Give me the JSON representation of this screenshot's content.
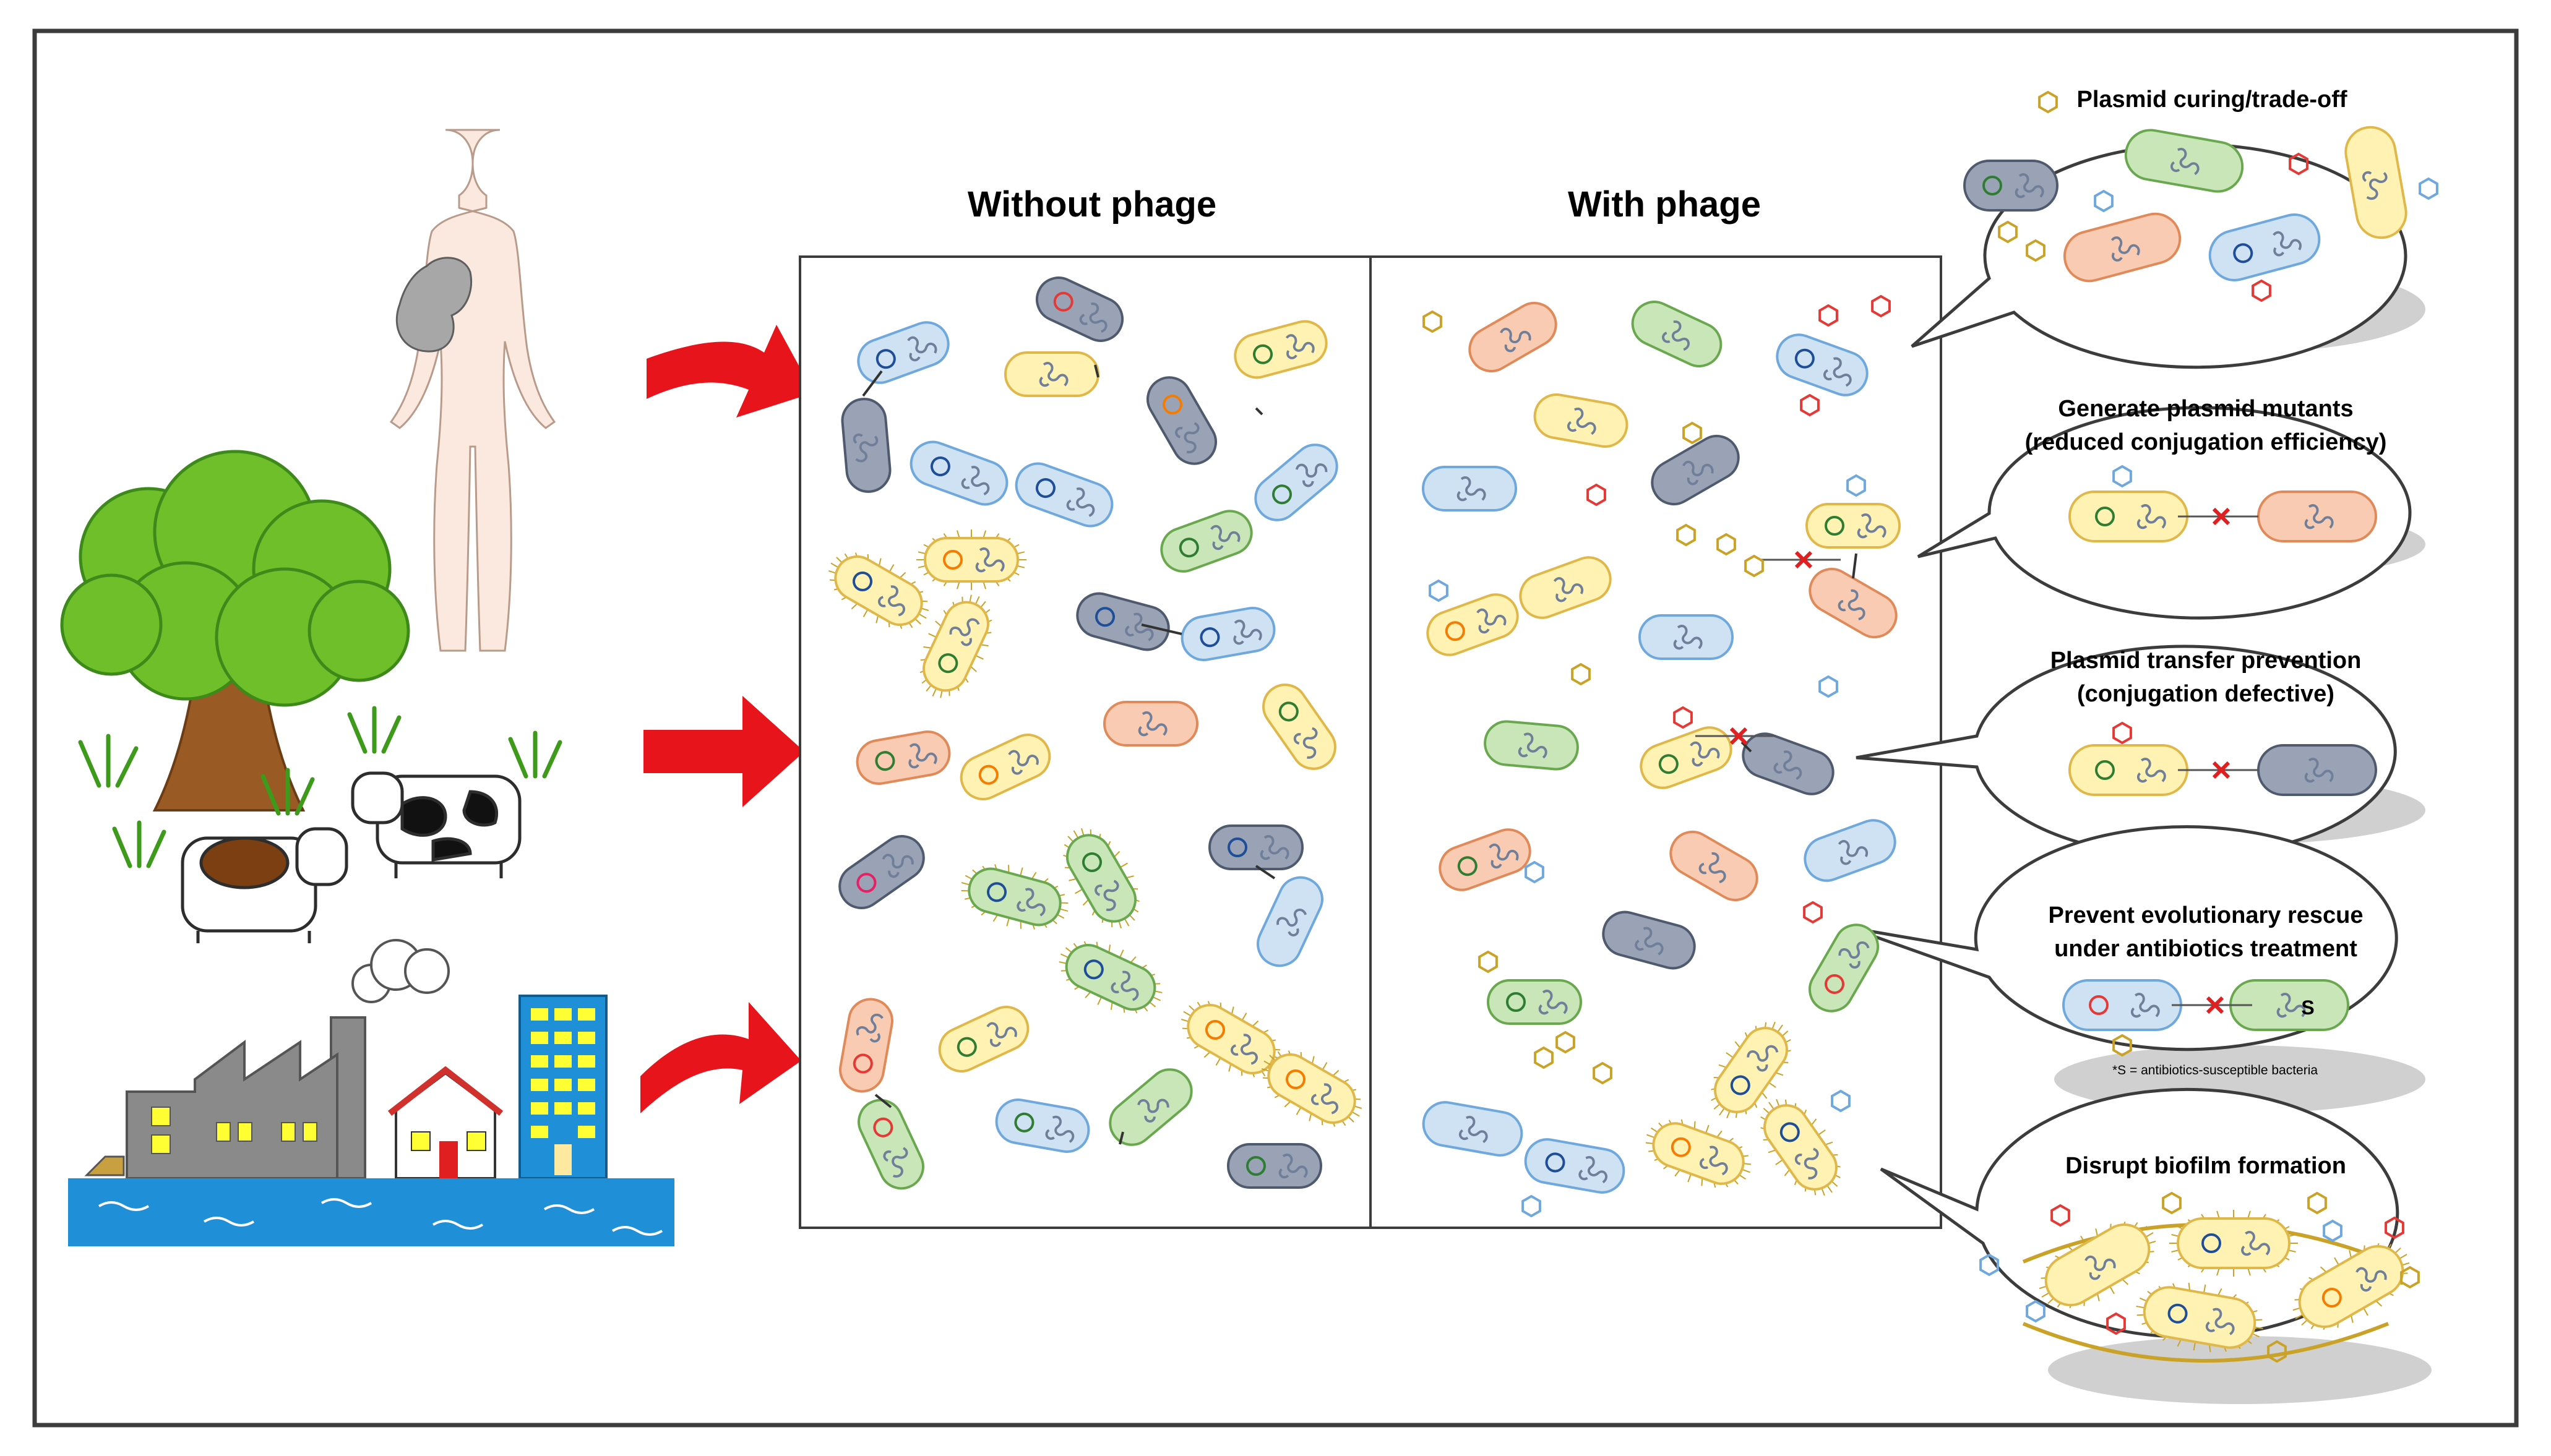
{
  "headings": {
    "without": "Without phage",
    "with": "With phage"
  },
  "bubbles": [
    {
      "lines": [
        "Plasmid curing/trade-off"
      ]
    },
    {
      "lines": [
        "Generate plasmid mutants",
        "(reduced conjugation efficiency)"
      ]
    },
    {
      "lines": [
        "Plasmid transfer prevention",
        "(conjugation defective)"
      ]
    },
    {
      "lines": [
        "Prevent evolutionary rescue",
        "under antibiotics treatment"
      ],
      "cell_label": "S",
      "note": "*S = antibiotics-susceptible bacteria"
    },
    {
      "lines": [
        "Disrupt biofilm formation"
      ]
    }
  ],
  "sources": [
    "human-body-icon",
    "tree-and-cows-icon",
    "factory-and-city-icon"
  ],
  "colors": {
    "blue": {
      "fill": "#cfe2f3",
      "stroke": "#6fa8dc"
    },
    "gray": {
      "fill": "#9aa3b5",
      "stroke": "#4f5a6e"
    },
    "yellow": {
      "fill": "#fff2b3",
      "stroke": "#e0b84a"
    },
    "green": {
      "fill": "#c9e6b8",
      "stroke": "#6aa84f"
    },
    "orange": {
      "fill": "#f9cbb2",
      "stroke": "#e08a5a"
    },
    "arrow": "#e8141b",
    "plasmid_ring": [
      "#1f4e99",
      "#2e7d32",
      "#e53935",
      "#f57c00",
      "#e91e63"
    ]
  }
}
